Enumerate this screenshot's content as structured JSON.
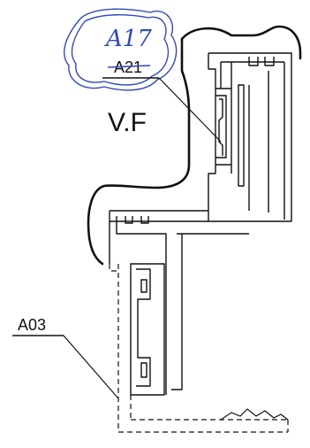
{
  "drawing": {
    "handwritten_revision": "A17",
    "callouts": [
      {
        "id": "a21",
        "text": "A21",
        "struck_through": true
      },
      {
        "id": "vf",
        "text": "V.F"
      },
      {
        "id": "a03",
        "text": "A03"
      }
    ],
    "colors": {
      "line": "#111111",
      "handwriting": "#2f49b8",
      "background": "#ffffff"
    }
  }
}
